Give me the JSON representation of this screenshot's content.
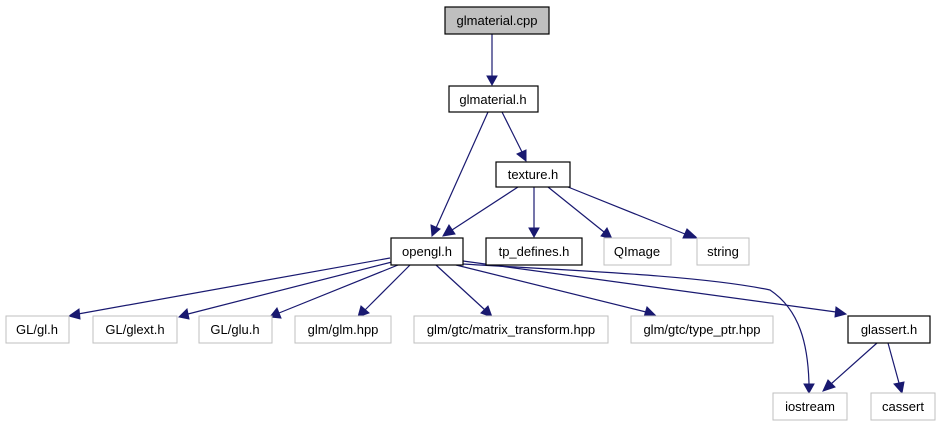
{
  "diagram": {
    "edge_color": "#191970",
    "nodes": {
      "glmaterial_cpp": {
        "label": "glmaterial.cpp"
      },
      "glmaterial_h": {
        "label": "glmaterial.h"
      },
      "texture_h": {
        "label": "texture.h"
      },
      "opengl_h": {
        "label": "opengl.h"
      },
      "tp_defines_h": {
        "label": "tp_defines.h"
      },
      "qimage": {
        "label": "QImage"
      },
      "string": {
        "label": "string"
      },
      "gl_gl_h": {
        "label": "GL/gl.h"
      },
      "gl_glext_h": {
        "label": "GL/glext.h"
      },
      "gl_glu_h": {
        "label": "GL/glu.h"
      },
      "glm_glm_hpp": {
        "label": "glm/glm.hpp"
      },
      "glm_matrix_transform": {
        "label": "glm/gtc/matrix_transform.hpp"
      },
      "glm_type_ptr": {
        "label": "glm/gtc/type_ptr.hpp"
      },
      "glassert_h": {
        "label": "glassert.h"
      },
      "iostream": {
        "label": "iostream"
      },
      "cassert": {
        "label": "cassert"
      }
    },
    "edges": [
      [
        "glmaterial_cpp",
        "glmaterial_h"
      ],
      [
        "glmaterial_h",
        "opengl_h"
      ],
      [
        "glmaterial_h",
        "texture_h"
      ],
      [
        "texture_h",
        "opengl_h"
      ],
      [
        "texture_h",
        "tp_defines_h"
      ],
      [
        "texture_h",
        "qimage"
      ],
      [
        "texture_h",
        "string"
      ],
      [
        "opengl_h",
        "gl_gl_h"
      ],
      [
        "opengl_h",
        "gl_glext_h"
      ],
      [
        "opengl_h",
        "gl_glu_h"
      ],
      [
        "opengl_h",
        "glm_glm_hpp"
      ],
      [
        "opengl_h",
        "glm_matrix_transform"
      ],
      [
        "opengl_h",
        "glm_type_ptr"
      ],
      [
        "opengl_h",
        "glassert_h"
      ],
      [
        "opengl_h",
        "iostream"
      ],
      [
        "glassert_h",
        "iostream"
      ],
      [
        "glassert_h",
        "cassert"
      ]
    ]
  }
}
